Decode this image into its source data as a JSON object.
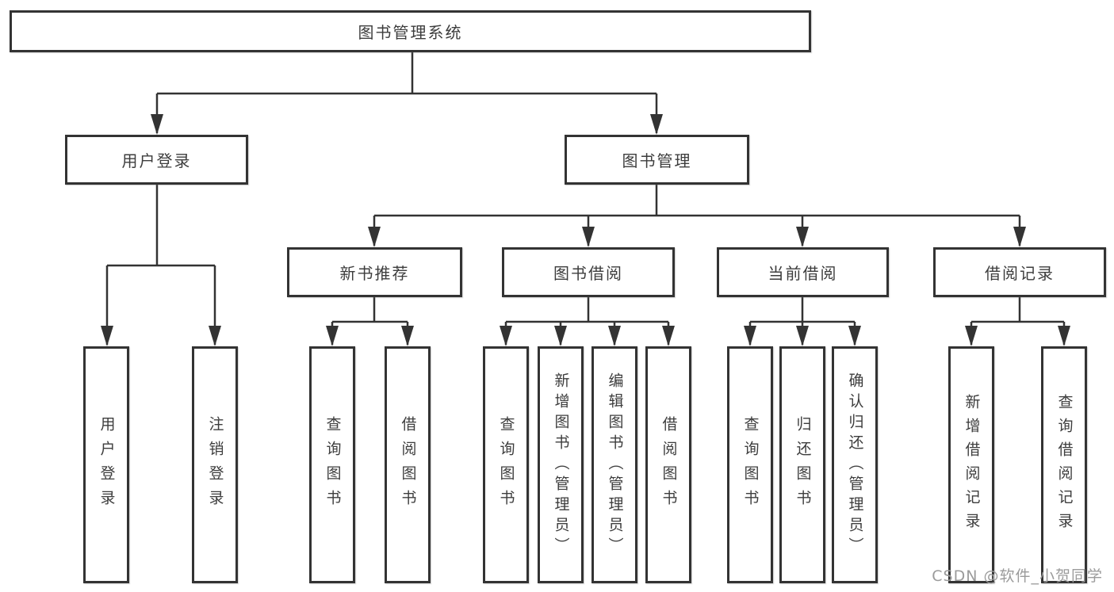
{
  "diagram": {
    "root": {
      "label": "图书管理系统"
    },
    "branches": [
      {
        "label": "用户登录",
        "children": [
          "用户登录",
          "注销登录"
        ]
      },
      {
        "label": "图书管理",
        "sections": [
          {
            "label": "新书推荐",
            "children": [
              "查询图书",
              "借阅图书"
            ]
          },
          {
            "label": "图书借阅",
            "children": [
              "查询图书",
              "新增图书（管理员）",
              "编辑图书（管理员）",
              "借阅图书"
            ]
          },
          {
            "label": "当前借阅",
            "children": [
              "查询图书",
              "归还图书",
              "确认归还（管理员）"
            ]
          },
          {
            "label": "借阅记录",
            "children": [
              "新增借阅记录",
              "查询借阅记录"
            ]
          }
        ]
      }
    ],
    "colors": {
      "line": "#333333",
      "text": "#3d3d3d",
      "box_background": "#ffffff",
      "watermark": "#9b9b9b"
    },
    "watermark": "CSDN @软件_小贺同学"
  }
}
